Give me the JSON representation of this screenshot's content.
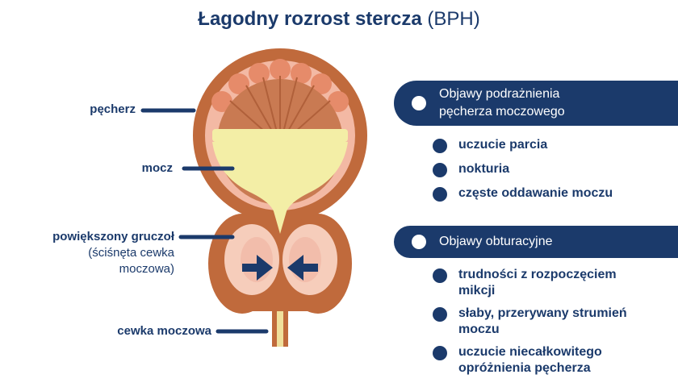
{
  "title": {
    "main": "Łagodny rozrost stercza",
    "abbr": "(BPH)"
  },
  "labels": {
    "bladder": "pęcherz",
    "urine": "mocz",
    "gland": "powiększony gruczoł",
    "gland_note_1": "(ściśnęta cewka",
    "gland_note_2": "moczowa)",
    "urethra": "cewka moczowa"
  },
  "panels": [
    {
      "title_line_1": "Objawy podrażnienia",
      "title_line_2": "pęcherza moczowego",
      "items": [
        {
          "line_1": "uczucie parcia",
          "line_2": ""
        },
        {
          "line_1": "nokturia",
          "line_2": ""
        },
        {
          "line_1": "częste oddawanie moczu",
          "line_2": ""
        }
      ]
    },
    {
      "title_line_1": "Objawy obturacyjne",
      "title_line_2": "",
      "items": [
        {
          "line_1": "trudności z rozpoczęciem",
          "line_2": "mikcji"
        },
        {
          "line_1": "słaby, przerywany strumień",
          "line_2": "moczu"
        },
        {
          "line_1": "uczucie niecałkowitego",
          "line_2": "opróżnienia pęcherza"
        }
      ]
    }
  ],
  "colors": {
    "navy": "#1b3a6b",
    "outer_wall": "#c06a3c",
    "inner_wall": "#f3b9a4",
    "urine": "#f3eea6",
    "gland_inner": "#f6cdbb",
    "urethra": "#f0df9c"
  }
}
